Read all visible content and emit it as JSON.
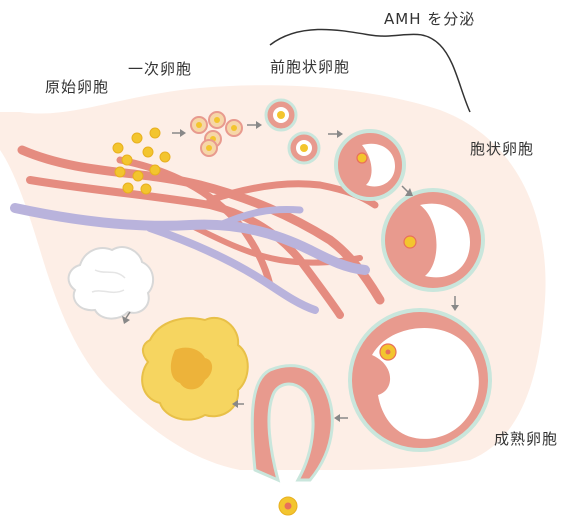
{
  "labels": {
    "amh": "AMH を分泌",
    "primordial": "原始卵胞",
    "primary": "一次卵胞",
    "preantral": "前胞状卵胞",
    "antral": "胞状卵胞",
    "mature": "成熟卵胞"
  },
  "colors": {
    "ovary_fill": "#fdeee6",
    "follicle_wall": "#e89a8e",
    "follicle_rim": "#c9e6dc",
    "oocyte": "#f3c52e",
    "oocyte_nucleus": "#e8705a",
    "vessel_red": "#e58c80",
    "vessel_purple": "#b9b3dc",
    "corpus_luteum": "#f6d560",
    "corpus_albicans": "#ffffff",
    "arrow": "#888888",
    "bracket_line": "#333333"
  }
}
